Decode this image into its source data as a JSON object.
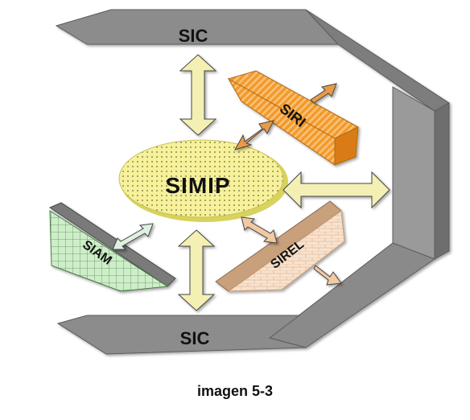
{
  "labels": {
    "sic_top": "SIC",
    "sic_bottom": "SIC",
    "simip": "SIMIP",
    "siri": "SIRI",
    "siam": "SIAM",
    "sirel": "SIREL"
  },
  "caption": "imagen 5-3",
  "colors": {
    "frame": "#8c8c8c",
    "frame_dark": "#6e6e6e",
    "frame_light": "#bdbdbd",
    "simip_fill": "#f6f19a",
    "siri_fill": "#f39a2c",
    "siam_fill": "#cdeec8",
    "sirel_fill": "#f7e3cf",
    "arrow_fill": "#f4f0b4",
    "arrow_siri_fill": "#e99a4a",
    "arrow_sirel_fill": "#f2c9a0",
    "arrow_siam_fill": "#dff0df"
  }
}
